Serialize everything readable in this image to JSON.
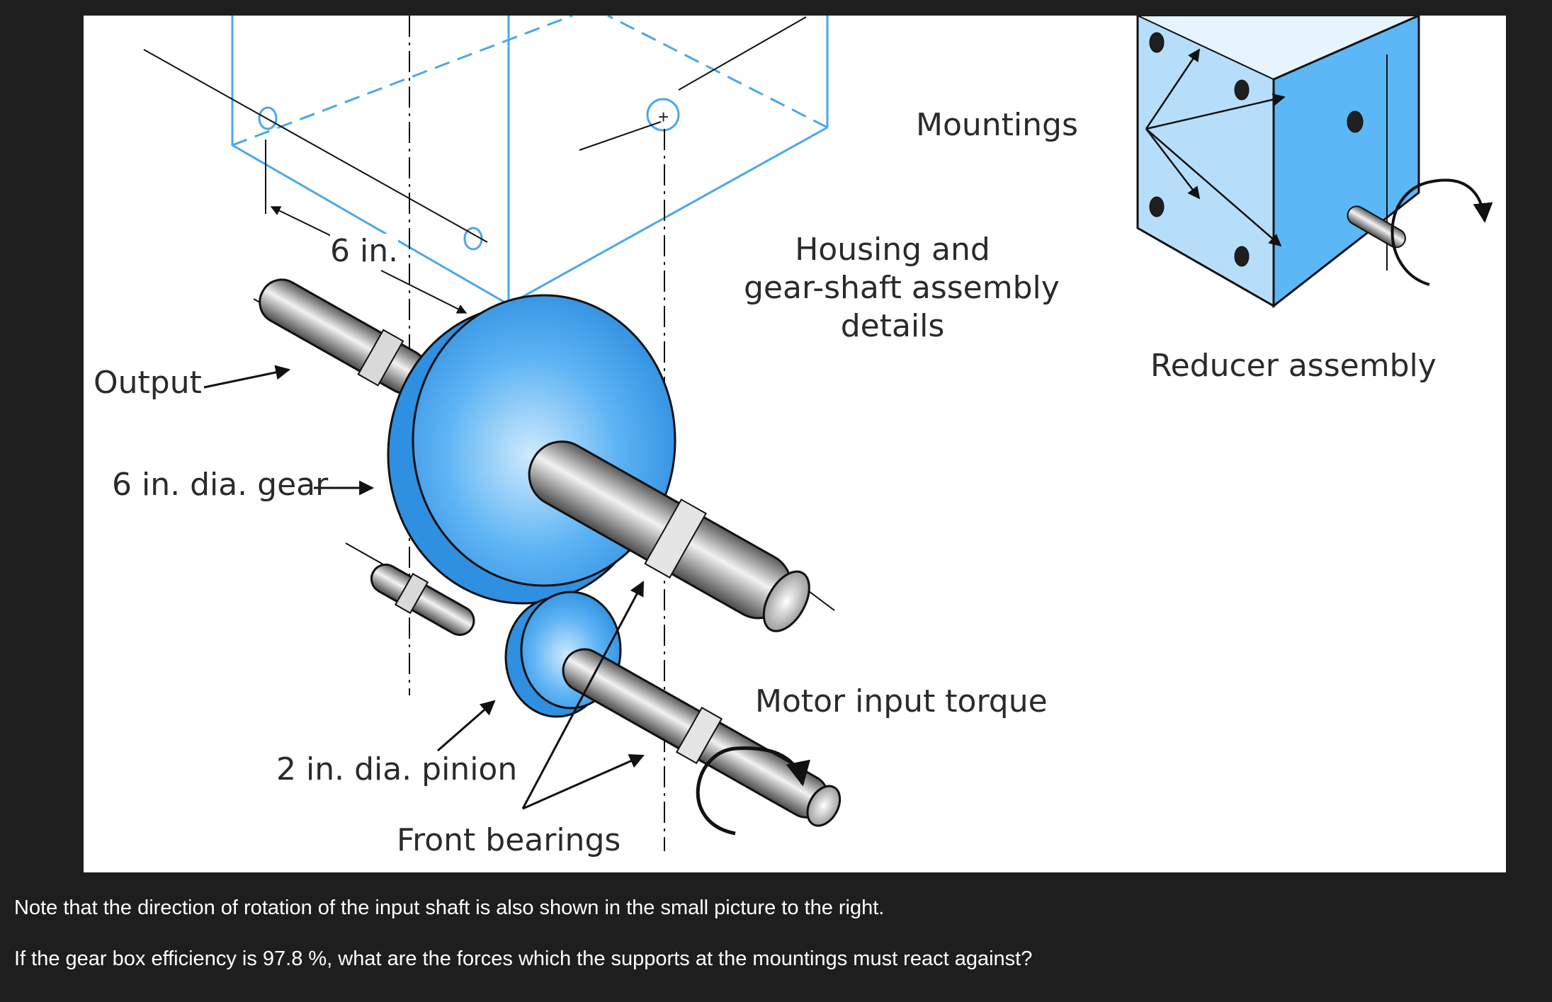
{
  "figure": {
    "labels": {
      "output": "Output",
      "gear": "6 in. dia. gear",
      "dimension": "6 in.",
      "pinion": "2 in. dia. pinion",
      "front_bearings": "Front bearings",
      "motor_input": "Motor input torque",
      "housing_line1": "Housing and",
      "housing_line2": "gear-shaft assembly",
      "housing_line3": "details",
      "mountings": "Mountings",
      "reducer": "Reducer assembly"
    },
    "colors": {
      "housing_outline": "#4aa8e8",
      "gear_blue": "#3a9eef",
      "box_front": "#a8d8fb",
      "box_side": "#5bb7f5",
      "box_top": "#e0f1fd",
      "shaft_gray": "#8a8a8a"
    }
  },
  "question": {
    "line1": "Note that the direction of rotation of the input shaft is also shown in the small picture to the right.",
    "line2": "If the gear box efficiency is 97.8 %, what are the forces which the supports at the mountings must react against?"
  }
}
